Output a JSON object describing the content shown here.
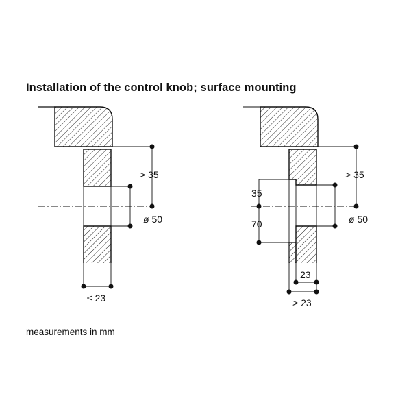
{
  "title": "Installation of the control knob; surface mounting",
  "footnote": "measurements in mm",
  "left_diagram": {
    "top_gap": "> 35",
    "hole_diameter": "ø 50",
    "panel_thickness": "≤ 23"
  },
  "right_diagram": {
    "top_gap": "> 35",
    "hole_diameter": "ø 50",
    "offset_upper": "35",
    "offset_lower": "70",
    "inner_thickness": "23",
    "outer_thickness": "> 23"
  }
}
